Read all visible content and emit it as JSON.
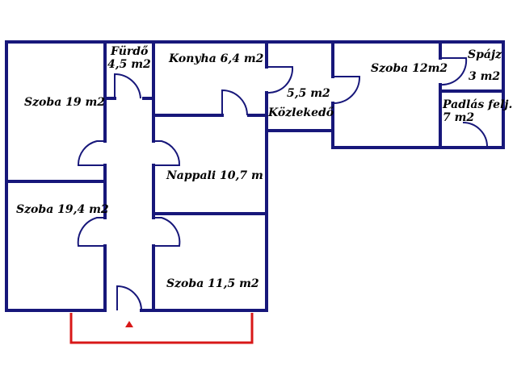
{
  "plan": {
    "wall_color": "#17177a",
    "entrance_color": "#d81818",
    "rooms": {
      "szoba19": "Szoba 19 m2",
      "furdo_name": "Fürdő",
      "furdo_area": "4,5 m2",
      "konyha": "Konyha 6,4 m2",
      "kozlekedo_area": "5,5 m2",
      "kozlekedo_name": "Közlekedő",
      "szoba12": "Szoba 12m2",
      "spajz_name": "Spájz",
      "spajz_area": "3 m2",
      "padlas_name": "Padlás felj.",
      "padlas_area": "7 m2",
      "nappali": "Nappali 10,7 m",
      "szoba194": "Szoba 19,4 m2",
      "szoba115": "Szoba 11,5 m2"
    }
  }
}
